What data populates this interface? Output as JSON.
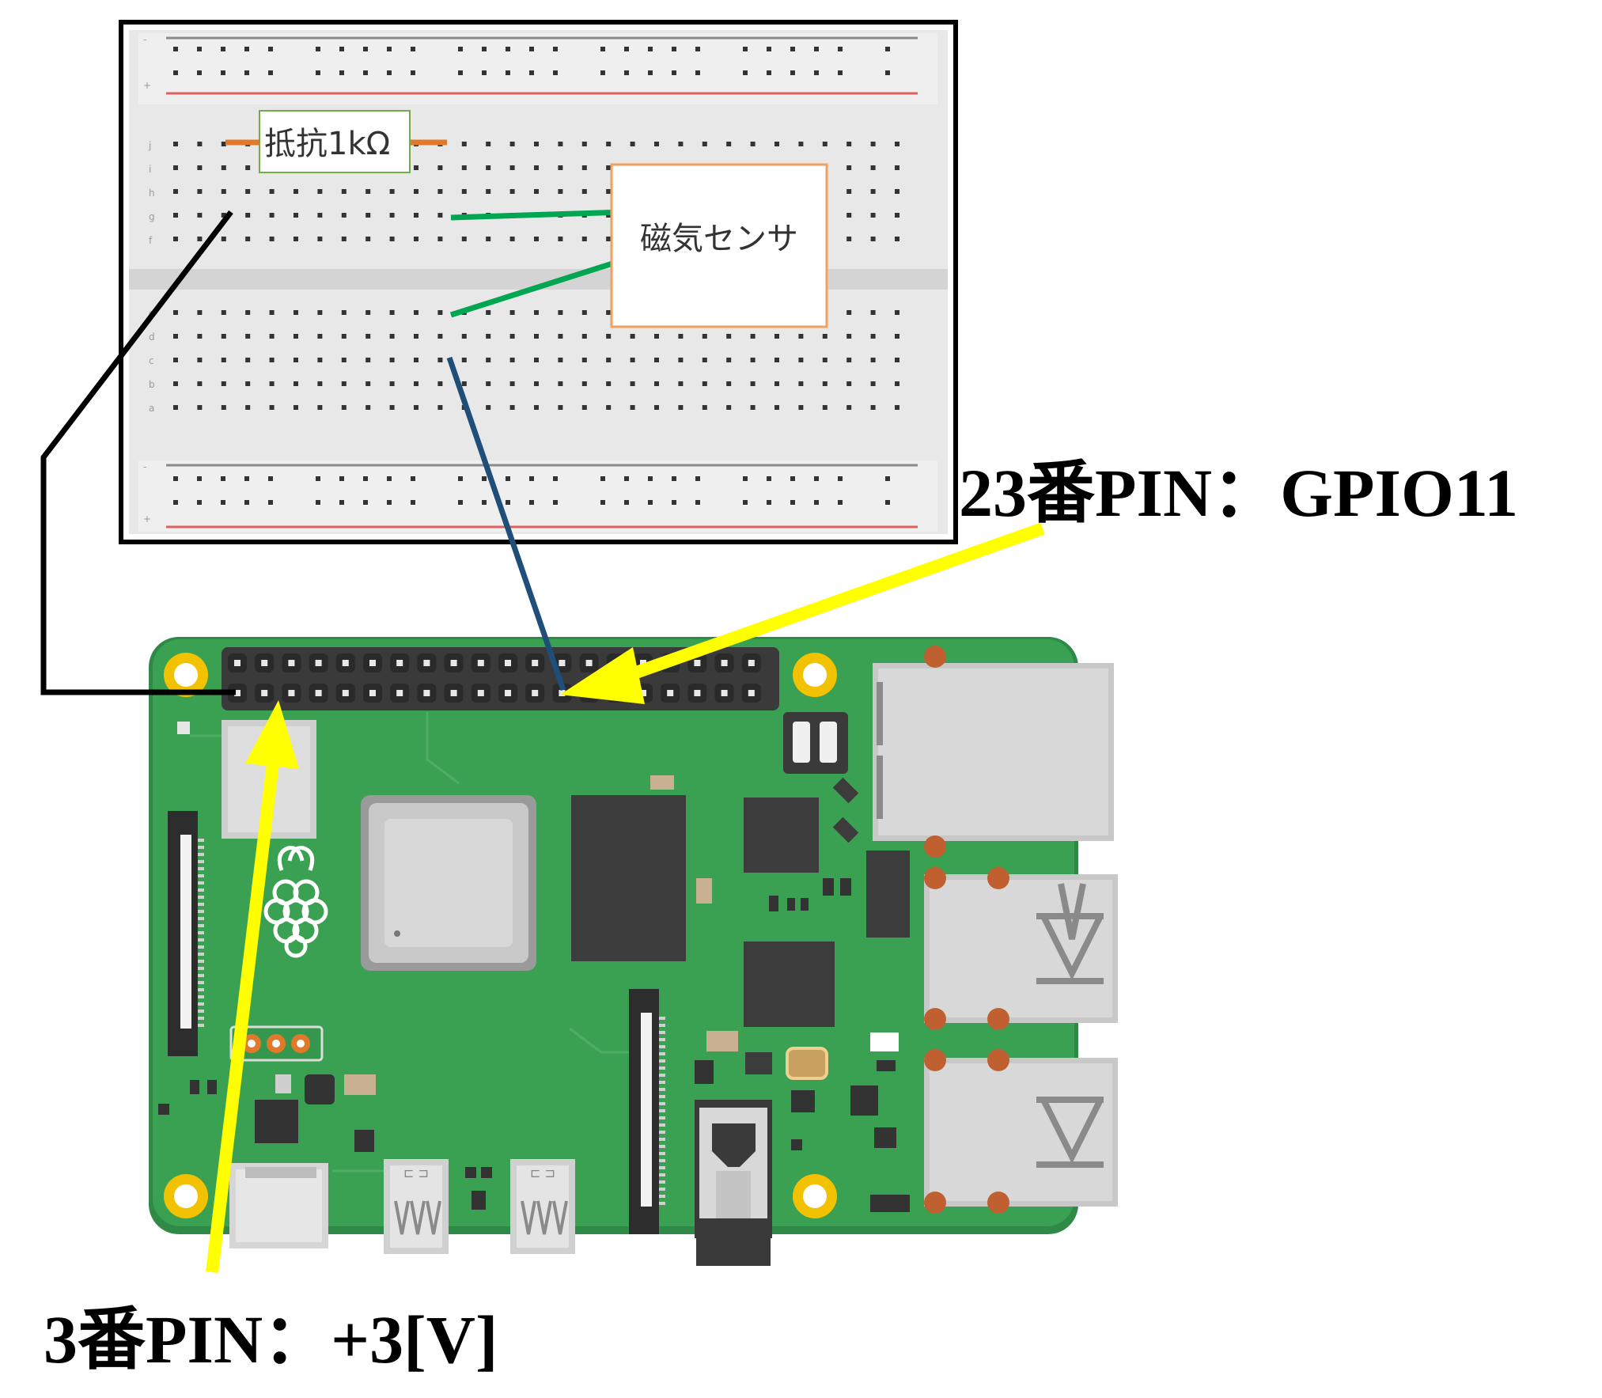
{
  "labels": {
    "resistor": "抵抗1kΩ",
    "sensor": "磁気センサ",
    "pin23": "23番PIN：GPIO11",
    "pin3": "3番PIN：+3[V]"
  },
  "breadboard": {
    "row_letters_top": [
      "j",
      "i",
      "h",
      "g",
      "f"
    ],
    "row_letters_bottom": [
      "e",
      "d",
      "c",
      "b",
      "a"
    ],
    "rail_plus": "+",
    "rail_minus": "-"
  },
  "colors": {
    "board_green": "#3aa052",
    "board_dark_green": "#2e8a46",
    "breadboard": "#e6e6e6",
    "wire_black": "#000000",
    "wire_green": "#00a651",
    "wire_blue": "#1f4e79",
    "arrow_yellow": "#ffff00",
    "sensor_border": "#f0a060",
    "resistor_border": "#70ad47",
    "resistor_lead": "#e07a2a",
    "rail_red": "#e06060"
  },
  "icons": {
    "logo": "raspberry-icon",
    "usb": "usb-port-icon",
    "ethernet": "ethernet-port-icon",
    "audio": "audio-jack-icon"
  }
}
